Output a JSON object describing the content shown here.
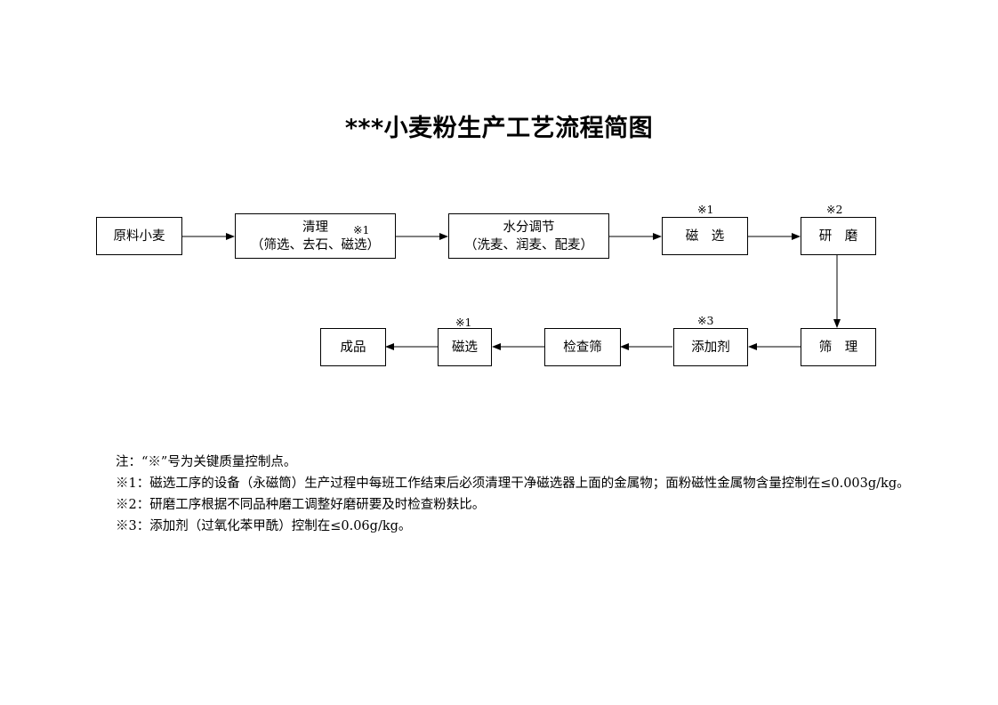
{
  "title": "***小麦粉生产工艺流程简图",
  "boxes": {
    "raw": "原料小麦",
    "clean_title": "清理",
    "clean_sub": "（筛选、去石、磁选）",
    "moisture_title": "水分调节",
    "moisture_sub": "（洗麦、润麦、配麦）",
    "magnetic1": "磁　选",
    "grind": "研　磨",
    "sift": "筛　理",
    "additive": "添加剂",
    "inspect": "检查筛",
    "magnetic2": "磁选",
    "product": "成品"
  },
  "marks": {
    "clean": "※1",
    "magnetic1": "※1",
    "grind": "※2",
    "additive": "※3",
    "magnetic2": "※1"
  },
  "notes": [
    "注：“※”号为关键质量控制点。",
    "※1：磁选工序的设备（永磁筒）生产过程中每班工作结束后必须清理干净磁选器上面的金属物；面粉磁性金属物含量控制在≤0.003g/kg。",
    "※2：研磨工序根据不同品种磨工调整好磨研要及时检查粉麸比。",
    "※3：添加剂（过氧化苯甲酰）控制在≤0.06g/kg。"
  ]
}
